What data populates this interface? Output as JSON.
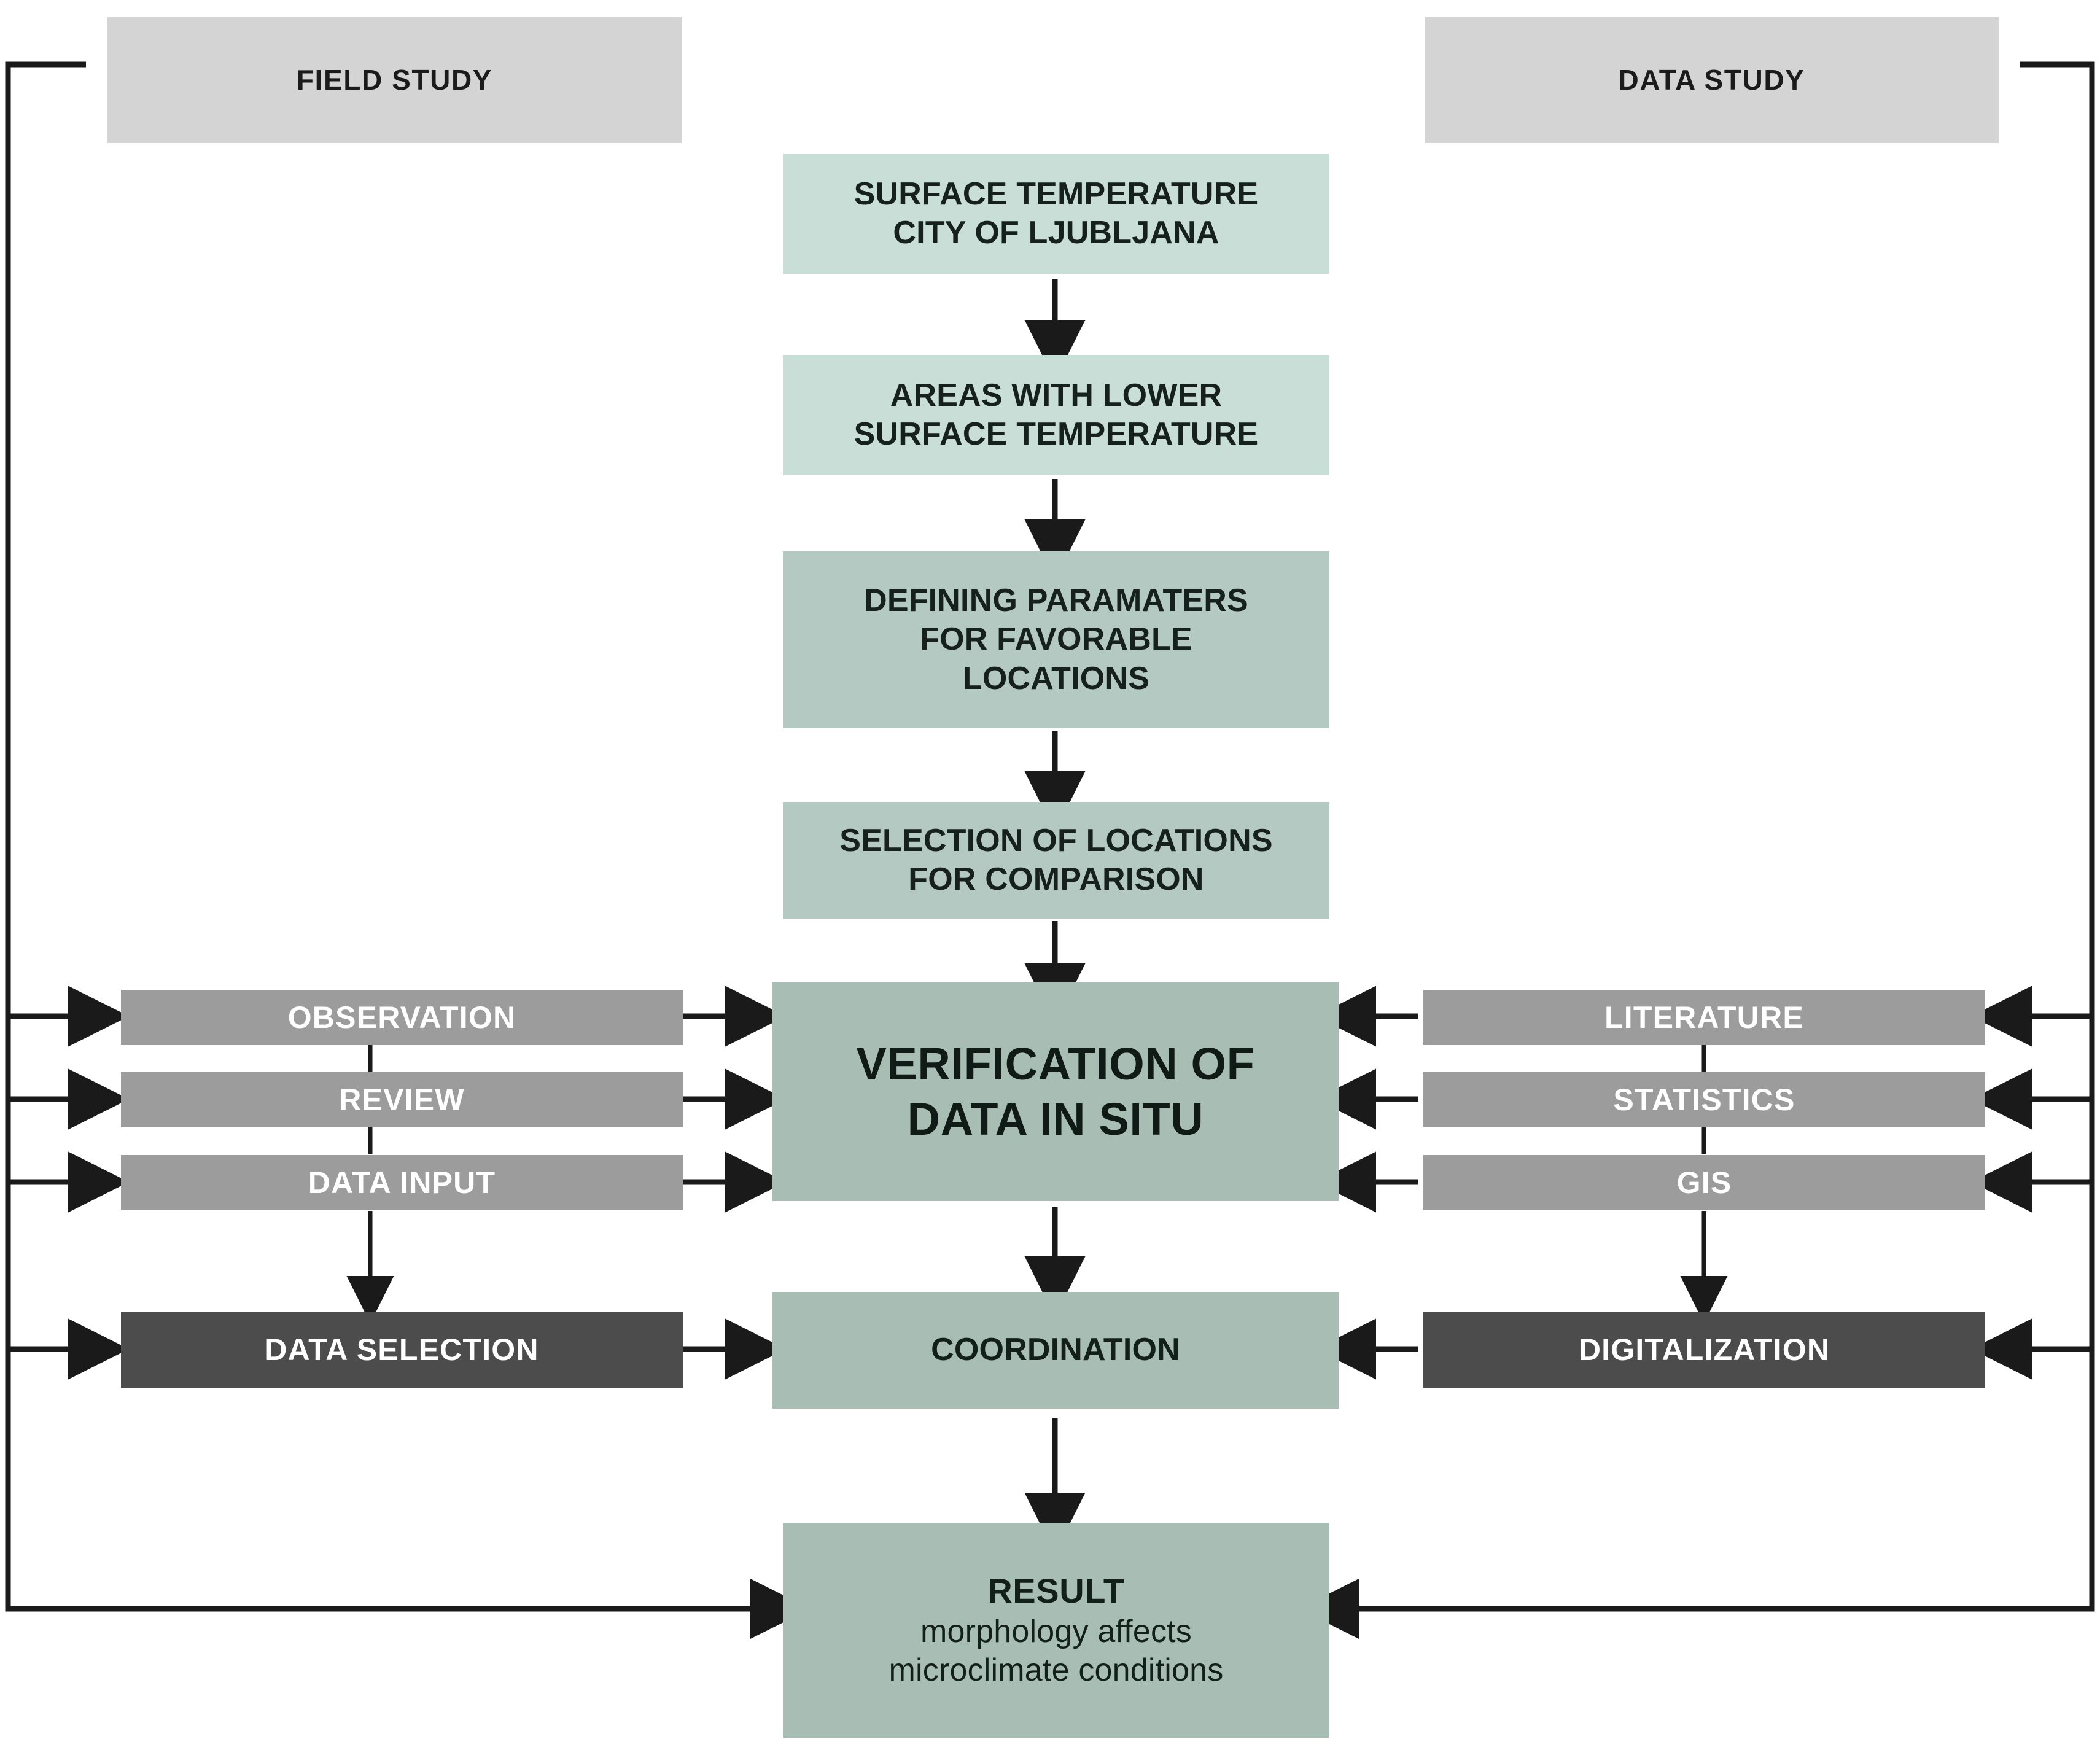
{
  "diagram": {
    "title": "Research methodology flowchart",
    "colors": {
      "header_gray": "#d4d4d4",
      "mint": "#c9ded6",
      "sage": "#b4c9c1",
      "sage_dark": "#a8bdb4",
      "gray": "#9c9c9c",
      "charcoal": "#4c4c4c",
      "line": "#1a1a1a",
      "text_dark": "#16201c",
      "text_light": "#ffffff",
      "background": "#ffffff"
    }
  },
  "headers": {
    "field_study": "FIELD STUDY",
    "data_study": "DATA STUDY"
  },
  "center_chain": {
    "surface_temperature": {
      "line1": "SURFACE TEMPERATURE",
      "line2": "CITY OF LJUBLJANA"
    },
    "lower_temperature": {
      "line1": "AREAS WITH LOWER",
      "line2": "SURFACE TEMPERATURE"
    },
    "defining_parameters": {
      "line1": "DEFINING PARAMATERS",
      "line2": "FOR FAVORABLE",
      "line3": "LOCATIONS"
    },
    "selection_locations": {
      "line1": "SELECTION OF LOCATIONS",
      "line2": "FOR COMPARISON"
    },
    "verification": {
      "line1": "VERIFICATION OF",
      "line2": "DATA IN SITU"
    },
    "coordination": {
      "line1": "COORDINATION"
    },
    "result": {
      "title": "RESULT",
      "line1": "morphology affects",
      "line2": "microclimate conditions"
    }
  },
  "field_study_items": [
    {
      "label": "OBSERVATION"
    },
    {
      "label": "REVIEW"
    },
    {
      "label": "DATA INPUT"
    }
  ],
  "field_study_output": {
    "label": "DATA SELECTION"
  },
  "data_study_items": [
    {
      "label": "LITERATURE"
    },
    {
      "label": "STATISTICS"
    },
    {
      "label": "GIS"
    }
  ],
  "data_study_output": {
    "label": "DIGITALIZATION"
  }
}
